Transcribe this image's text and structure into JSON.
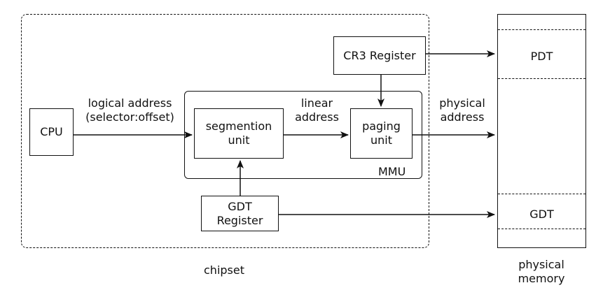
{
  "chipset": {
    "label": "chipset"
  },
  "cpu": {
    "label": "CPU"
  },
  "logical_address": {
    "line1": "logical address",
    "line2": "(selector:offset)"
  },
  "mmu": {
    "label": "MMU",
    "segmentation_unit": {
      "line1": "segmention",
      "line2": "unit"
    },
    "paging_unit": {
      "line1": "paging",
      "line2": "unit"
    },
    "linear_address": {
      "line1": "linear",
      "line2": "address"
    }
  },
  "cr3_register": {
    "label": "CR3 Register"
  },
  "gdt_register": {
    "line1": "GDT",
    "line2": "Register"
  },
  "physical_address": {
    "line1": "physical",
    "line2": "address"
  },
  "physical_memory": {
    "pdt_label": "PDT",
    "gdt_label": "GDT",
    "caption_line1": "physical",
    "caption_line2": "memory"
  },
  "colors": {
    "stroke": "#111111",
    "background": "#ffffff"
  }
}
